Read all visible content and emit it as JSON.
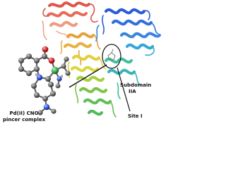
{
  "labels": {
    "subdomain_line1": "Subdomain",
    "subdomain_line2": "IIA",
    "site": "Site I",
    "pincer_complex": "Pd(II) CNO\npincer complex"
  },
  "atoms_visible": {
    "n_left": "N",
    "n_right": "N"
  },
  "colors": {
    "helix_red": "#e0544a",
    "helix_salmon": "#ef9a80",
    "helix_orange": "#e5a23a",
    "helix_yellow": "#e3cf3a",
    "helix_green": "#7cc348",
    "helix_teal": "#3fbf9a",
    "helix_cyan": "#35a7d8",
    "helix_blue": "#2a5bd7",
    "carbon": "#555555",
    "oxygen": "#d02020",
    "nitrogen": "#3050e0",
    "palladium": "#3aa84a"
  }
}
